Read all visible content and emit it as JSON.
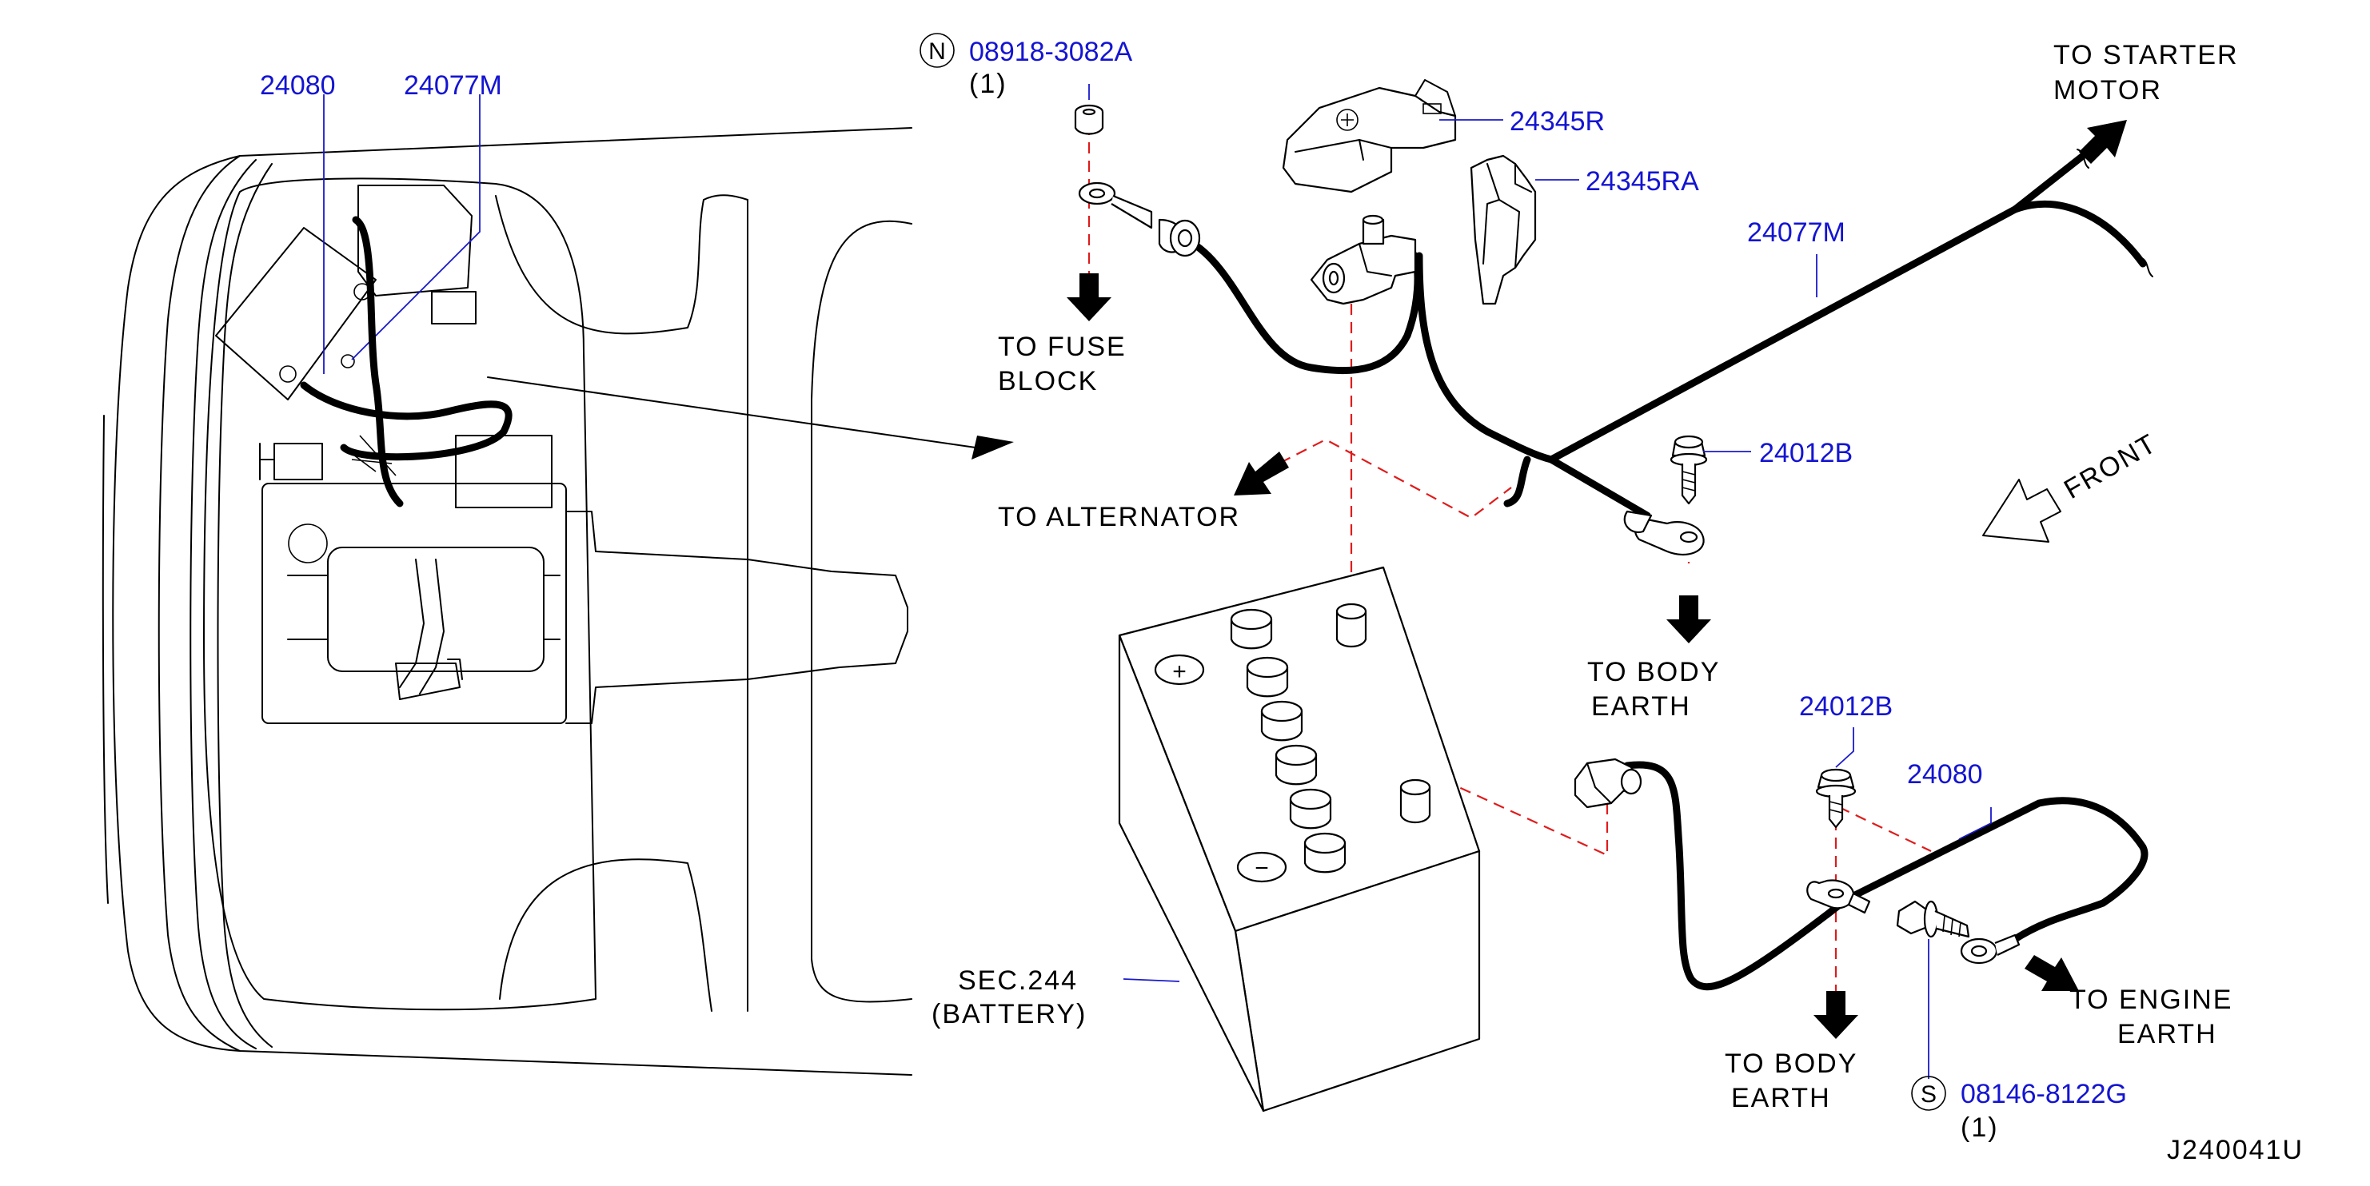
{
  "parts": {
    "p24080_left": "24080",
    "p24077M_left": "24077M",
    "p08918": "08918-3082A",
    "p08918_qty": "(1)",
    "p08918_prefix": "N",
    "p24345R": "24345R",
    "p24345RA": "24345RA",
    "p24077M_right": "24077M",
    "p24012B_top": "24012B",
    "p24012B_bottom": "24012B",
    "p24080_right": "24080",
    "p08146": "08146-8122G",
    "p08146_qty": "(1)",
    "p08146_prefix": "S"
  },
  "labels": {
    "starter_1": "TO  STARTER",
    "starter_2": "MOTOR",
    "fuse_1": "TO  FUSE",
    "fuse_2": "BLOCK",
    "alternator": "TO  ALTERNATOR",
    "body_earth_top_1": "TO  BODY",
    "body_earth_top_2": "EARTH",
    "front": "FRONT",
    "battery_1": "SEC.244",
    "battery_2": "(BATTERY)",
    "body_earth_bottom_1": "TO  BODY",
    "body_earth_bottom_2": "EARTH",
    "engine_earth_1": "TO  ENGINE",
    "engine_earth_2": "EARTH",
    "diagram_code": "J240041U"
  },
  "battery_symbols": {
    "plus": "+",
    "minus": "−"
  },
  "colors": {
    "part_number": "#1414d2",
    "guide_line": "#e01b1b",
    "line": "#000000"
  }
}
